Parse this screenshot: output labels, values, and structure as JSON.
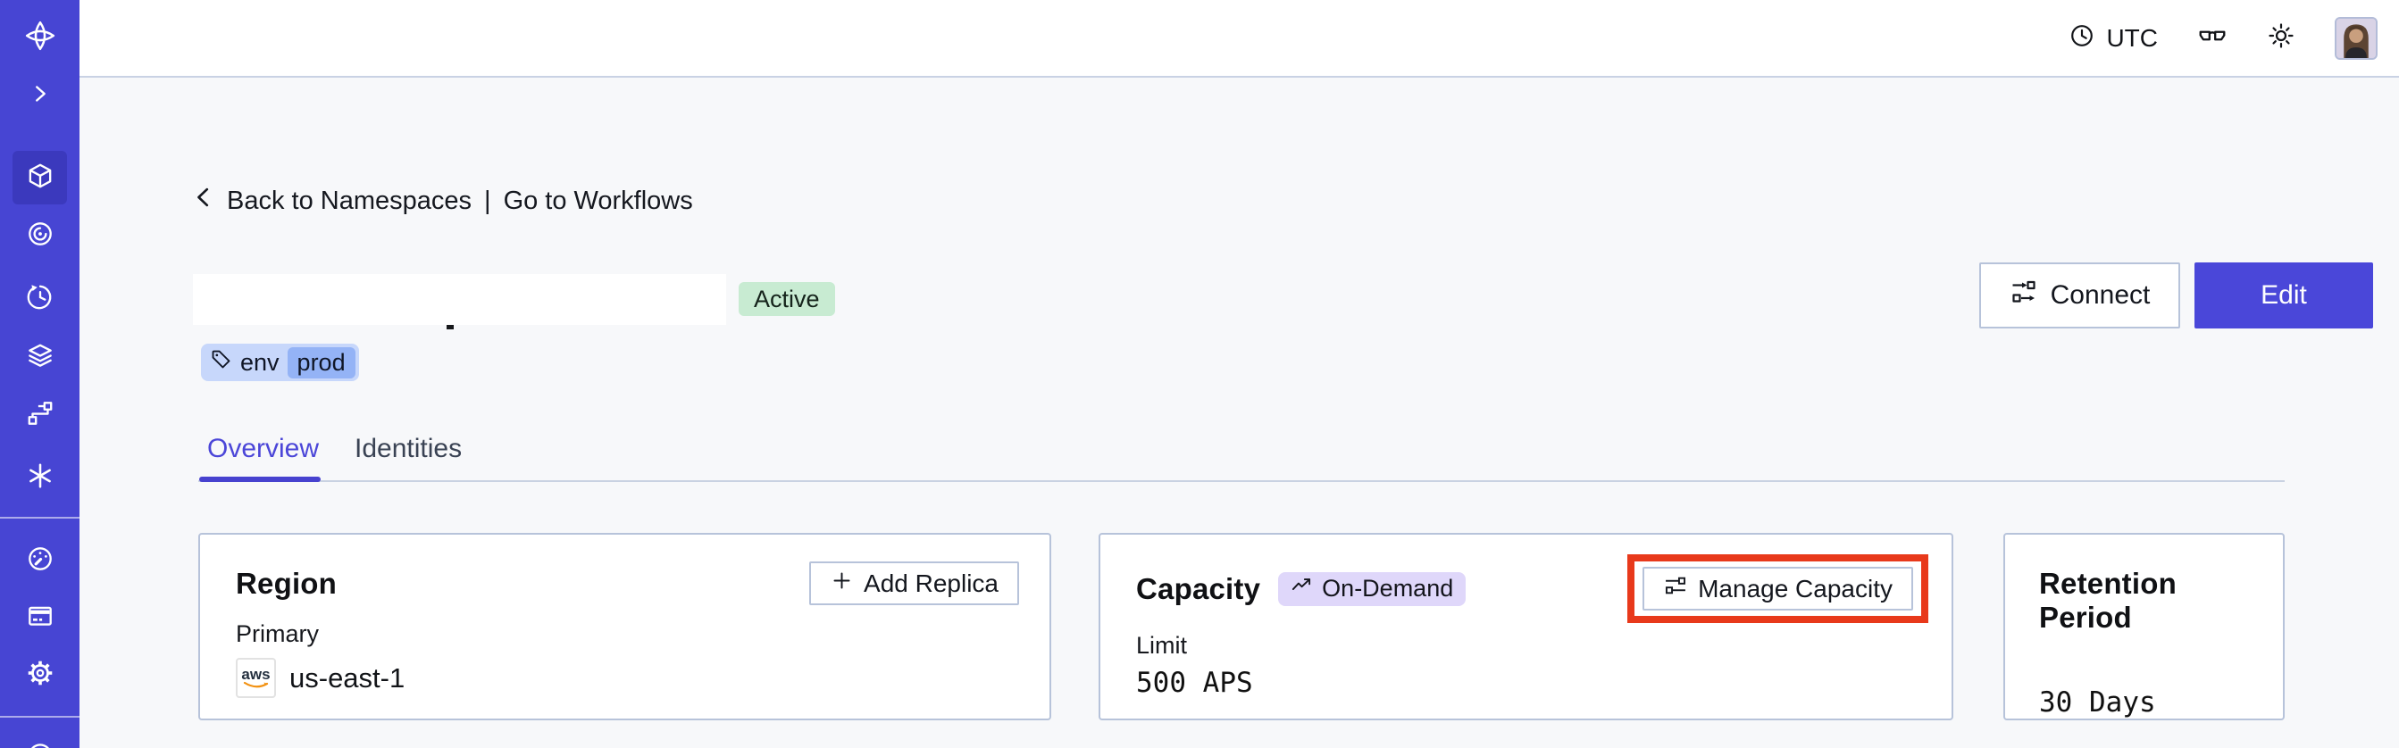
{
  "header": {
    "timezone": "UTC"
  },
  "sidebar": {
    "items": [
      {
        "icon": "temporal-logo"
      },
      {
        "icon": "chevron-right-expand"
      },
      {
        "icon": "cube-namespaces",
        "active": true
      },
      {
        "icon": "spiral-eye"
      },
      {
        "icon": "clock-history"
      },
      {
        "icon": "layers-stack"
      },
      {
        "icon": "pipeline-branch"
      },
      {
        "icon": "asterisk-nexus"
      },
      {
        "icon": "gauge-usage"
      },
      {
        "icon": "billing-card"
      },
      {
        "icon": "settings-gear"
      },
      {
        "icon": "partial-circle-bottom"
      }
    ]
  },
  "breadcrumb": {
    "back_label": "Back to Namespaces",
    "separator": "|",
    "forward_label": "Go to Workflows"
  },
  "namespace": {
    "status": "Active",
    "tag": {
      "key": "env",
      "value": "prod"
    }
  },
  "actions": {
    "connect_label": "Connect",
    "edit_label": "Edit"
  },
  "tabs": [
    {
      "label": "Overview",
      "active": true
    },
    {
      "label": "Identities",
      "active": false
    }
  ],
  "cards": {
    "region": {
      "title": "Region",
      "add_replica_label": "Add Replica",
      "primary_label": "Primary",
      "provider": "aws",
      "value": "us-east-1"
    },
    "capacity": {
      "title": "Capacity",
      "badge": "On-Demand",
      "manage_label": "Manage Capacity",
      "limit_label": "Limit",
      "value": "500 APS"
    },
    "retention": {
      "title": "Retention Period",
      "value": "30 Days"
    }
  },
  "colors": {
    "sidebar_bg": "#4745D3",
    "sidebar_active_bg": "#3B39BD",
    "page_bg": "#F7F8FA",
    "accent_indigo": "#4B46D8",
    "status_active_bg": "#C8EBD2",
    "tag_bg": "#C7D7FB",
    "tag_chip_bg": "#94B3F6",
    "ondemand_badge_bg": "#DFD7FA",
    "annotation_red": "#E8391B",
    "card_border": "#B7C3DA",
    "aws_orange": "#F29111"
  }
}
